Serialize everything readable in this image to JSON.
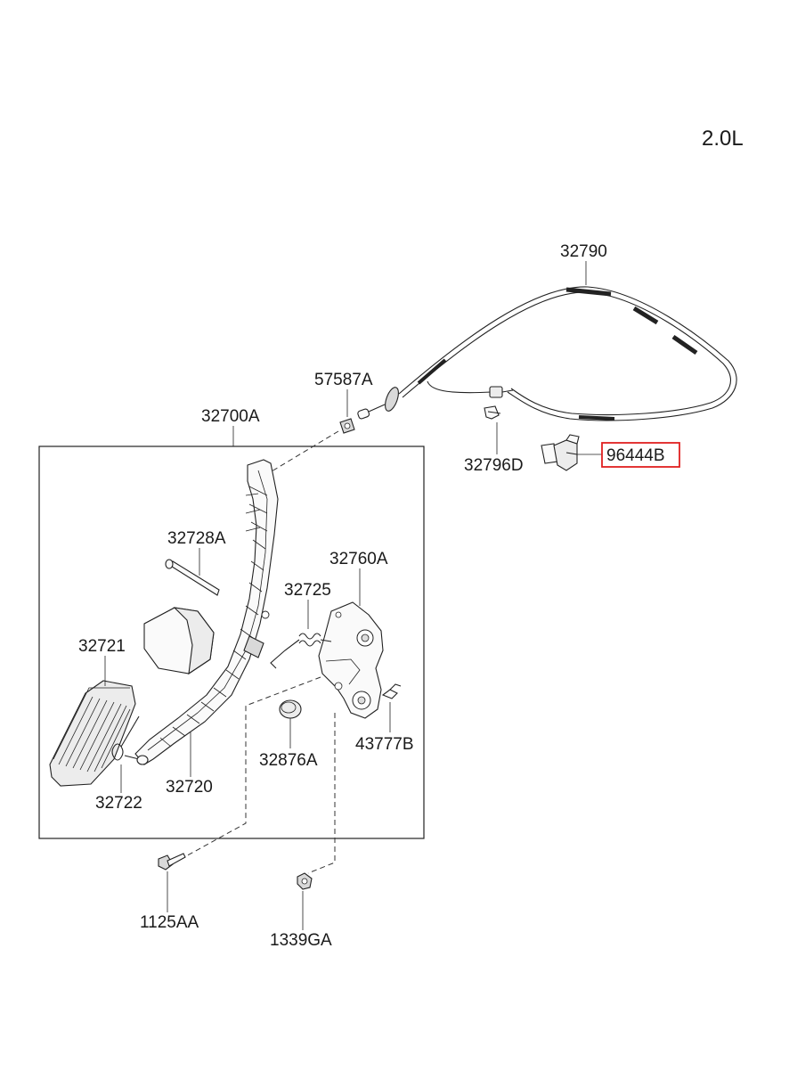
{
  "engine_label": "2.0L",
  "parts": [
    {
      "id": "p32790",
      "label": "32790"
    },
    {
      "id": "p57587A",
      "label": "57587A"
    },
    {
      "id": "p32700A",
      "label": "32700A"
    },
    {
      "id": "p32796D",
      "label": "32796D"
    },
    {
      "id": "p96444B",
      "label": "96444B",
      "highlighted": true
    },
    {
      "id": "p32728A",
      "label": "32728A"
    },
    {
      "id": "p32760A",
      "label": "32760A"
    },
    {
      "id": "p32725",
      "label": "32725"
    },
    {
      "id": "p32721",
      "label": "32721"
    },
    {
      "id": "p32720",
      "label": "32720"
    },
    {
      "id": "p32876A",
      "label": "32876A"
    },
    {
      "id": "p43777B",
      "label": "43777B"
    },
    {
      "id": "p32722",
      "label": "32722"
    },
    {
      "id": "p1125AA",
      "label": "1125AA"
    },
    {
      "id": "p1339GA",
      "label": "1339GA"
    }
  ],
  "colors": {
    "line": "#222222",
    "highlight": "#e02020",
    "background": "#ffffff"
  }
}
